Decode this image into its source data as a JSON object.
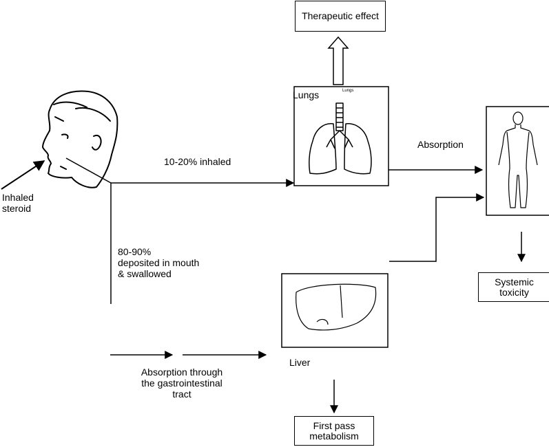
{
  "labels": {
    "inhaled_steroid": "Inhaled\nsteroid",
    "inhaled_pct": "10-20% inhaled",
    "deposited": "80-90%\ndeposited in mouth\n& swallowed",
    "gi_absorption": "Absorption through\nthe gastrointestinal\ntract",
    "liver": "Liver",
    "lungs": "Lungs",
    "lungs_small": "Lungs",
    "absorption": "Absorption"
  },
  "boxes": {
    "therapeutic": "Therapeutic effect",
    "systemic": "Systemic\ntoxicity",
    "first_pass": "First pass\nmetabolism"
  }
}
